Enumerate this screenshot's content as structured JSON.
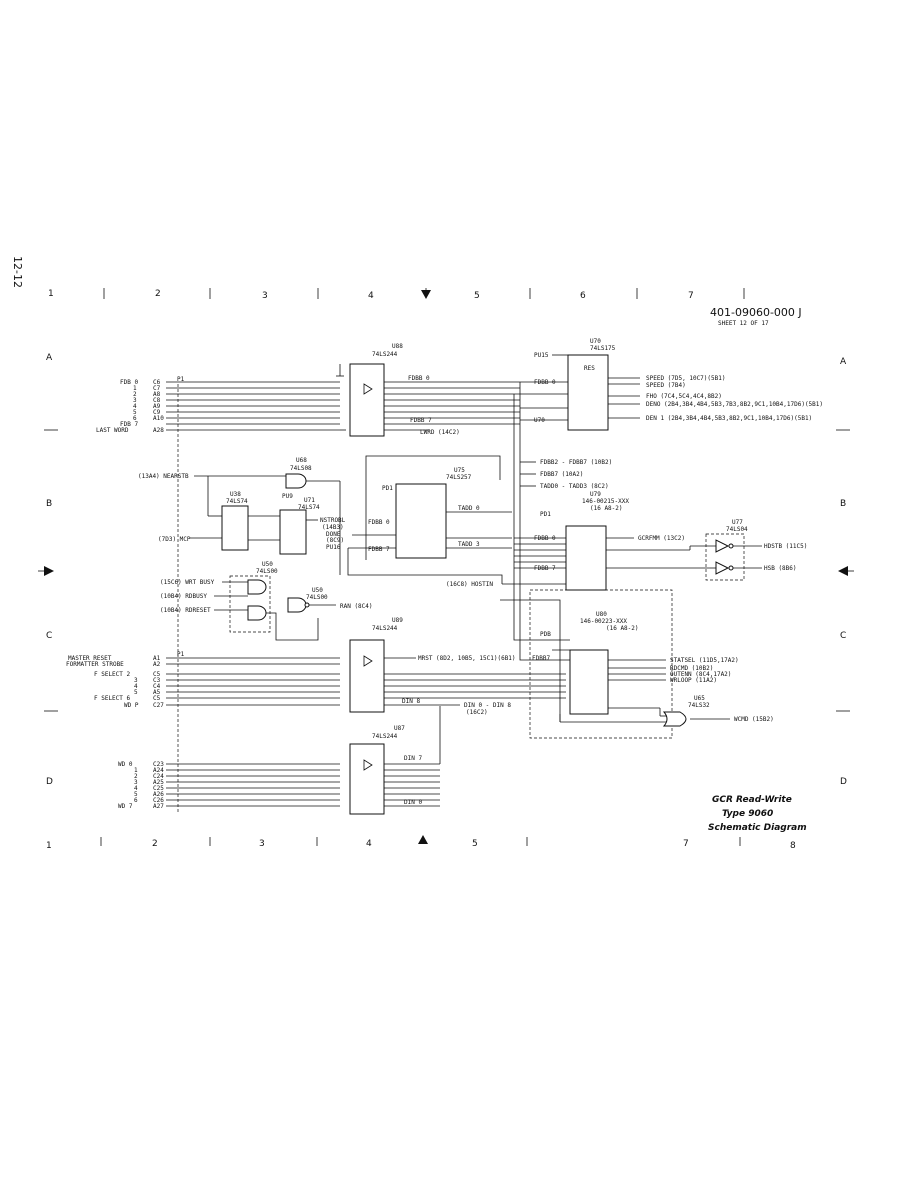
{
  "page_number": "12-12",
  "doc": {
    "part_number": "401-09060-000 J",
    "sheet": "SHEET 12 OF 17"
  },
  "title": {
    "line1": "GCR Read-Write",
    "line2": "Type 9060",
    "line3": "Schematic Diagram"
  },
  "border": {
    "top_cols": [
      "1",
      "2",
      "3",
      "4",
      "5",
      "6",
      "7"
    ],
    "bottom_cols": [
      "1",
      "2",
      "3",
      "4",
      "5",
      "7",
      "8"
    ],
    "rows_left": [
      "A",
      "B",
      "C",
      "D"
    ],
    "rows_right": [
      "A",
      "B",
      "C",
      "D"
    ]
  },
  "chips": {
    "u88": {
      "ref": "U88",
      "type": "74LS244"
    },
    "u70": {
      "ref": "U70",
      "type": "74LS175"
    },
    "u68": {
      "ref": "U68",
      "type": "74LS08"
    },
    "u38": {
      "ref": "U38",
      "type": "74LS74"
    },
    "u71": {
      "ref": "U71",
      "type": "74LS74"
    },
    "u75": {
      "ref": "U75",
      "type": "74LS257"
    },
    "u79": {
      "ref": "U79",
      "type": "146-00215-XXX",
      "loc": "(16 A8-2)"
    },
    "u77": {
      "ref": "U77",
      "type": "74LS04"
    },
    "u50a": {
      "ref": "U50",
      "type": "74LS00"
    },
    "u50b": {
      "ref": "U50",
      "type": "74LS00"
    },
    "u89": {
      "ref": "U89",
      "type": "74LS244"
    },
    "u80": {
      "ref": "U80",
      "type": "146-00223-XXX",
      "loc": "(16 A8-2)"
    },
    "u65": {
      "ref": "U65",
      "type": "74LS32"
    },
    "u87": {
      "ref": "U87",
      "type": "74LS244"
    }
  },
  "connector": {
    "p1_top": "P1",
    "p1_mid": "P1"
  },
  "group_fdb": {
    "labels": [
      "FDB 0",
      "1",
      "2",
      "3",
      "4",
      "5",
      "6",
      "FDB 7",
      "LAST WORD"
    ],
    "pins": [
      "C6",
      "C7",
      "A8",
      "C8",
      "A9",
      "C9",
      "A10",
      "A28"
    ]
  },
  "group_ctrl": {
    "labels": [
      "MASTER RESET",
      "FORMATTER STROBE",
      "F SELECT 2",
      "3",
      "4",
      "5",
      "F SELECT 6",
      "WD P"
    ],
    "pins": [
      "A1",
      "A2",
      "C5",
      "C3",
      "C4",
      "A5",
      "C5",
      "C27"
    ]
  },
  "group_wd": {
    "labels": [
      "WD 0",
      "1",
      "2",
      "3",
      "4",
      "5",
      "6",
      "WD 7"
    ],
    "pins": [
      "C23",
      "A24",
      "C24",
      "A25",
      "C25",
      "A26",
      "C26",
      "A27"
    ]
  },
  "nets": {
    "fdb_bus": "FDBB 0",
    "fdb_bus_end": "FDBB 7",
    "lwrd": "LWRD (14C2)",
    "speed1": "SPEED (7D5, 10C7)(5B1)",
    "speed2": "SPEED (7B4)",
    "fho": "FHO (7C4,5C4,4C4,8B2)",
    "deno": "DENO (2B4,3B4,4B4,5B3,7B3,8B2,9C1,10B4,17D6)(5B1)",
    "den1": "DEN 1 (2B4,3B4,4B4,5B3,8B2,9C1,10B4,17D6)(5B1)",
    "fdbb_bus": "FDBB2 - FDBB7 (10B2)",
    "fdbb7": "FDBB7 (10A2)",
    "tadd": "TADD0 - TADD3 (8C2)",
    "nearstb": "(13A4) NEARSTB",
    "mcp": "(7D3) MCP",
    "nstrobl": "NSTROBL",
    "nstrobl_ref": "(14B3)",
    "done": "DONE",
    "done_ref": "(8C9)",
    "pu16": "PU16",
    "pu15": "PU15",
    "pu9": "PU9",
    "pd1": "PD1",
    "hostin": "(16C8) HOSTIN",
    "gcrfmm": "GCRFMM (13C2)",
    "hdstb": "HDSTB (11C5)",
    "hsb": "HSB (8B6)",
    "wrtbusy": "(15C6) WRT BUSY",
    "rdbusy": "(10B4) RDBUSY",
    "rdreset": "(10B4) RDRESET",
    "ran": "RAN (8C4)",
    "mrst": "MRST (8D2, 10B5, 15C1)(6B1)",
    "din_bus": "DIN 0 - DIN 8",
    "din_ref": "(16C2)",
    "din8": "DIN 8",
    "din7": "DIN 7",
    "din0": "DIN 0",
    "statsel": "STATSEL (11D5,17A2)",
    "rdcmd": "RDCMD (10B2)",
    "outenn": "OUTENN (8C4,17A2)",
    "wrloop": "WRLOOP (11A2)",
    "wcmd": "WCMD (15B2)",
    "pdb": "PDB",
    "fdbb7_in": "FDBB7",
    "tadd0": "TADD 0",
    "tadd3": "TADD 3",
    "res": "RES"
  }
}
